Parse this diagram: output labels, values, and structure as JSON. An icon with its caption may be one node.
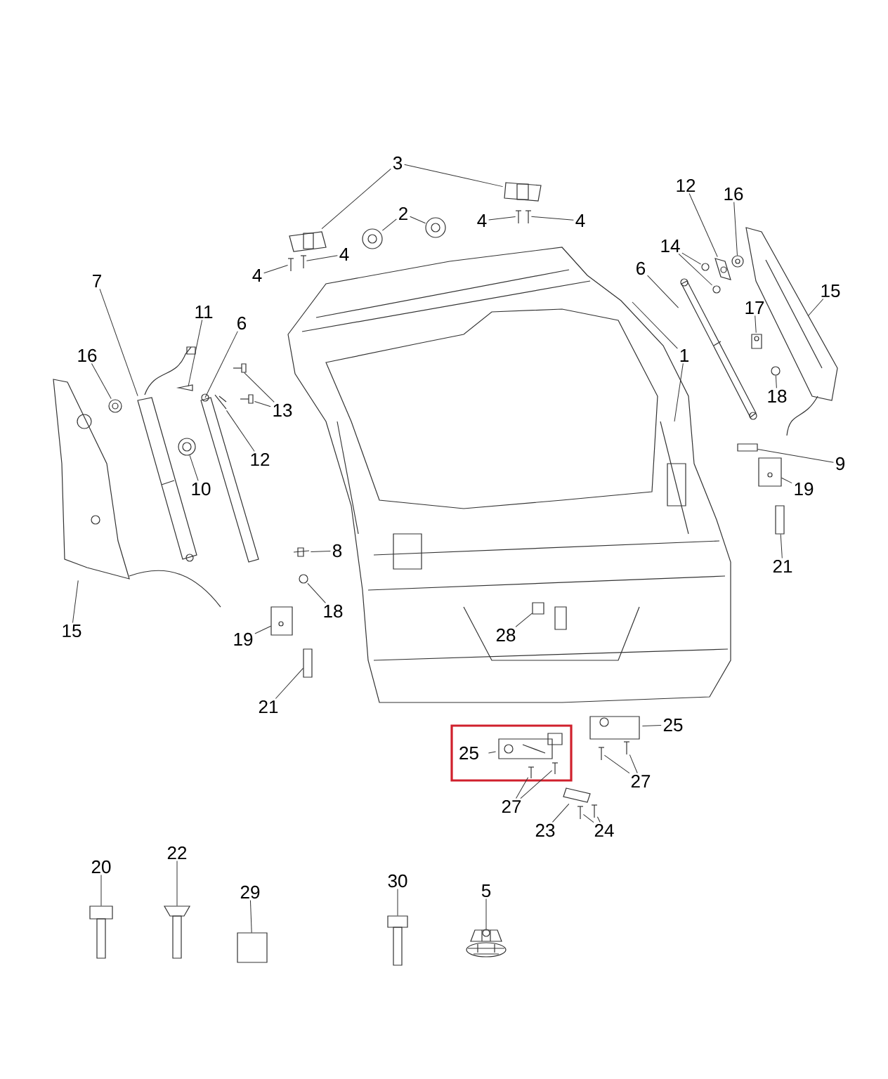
{
  "diagram": {
    "nodes": [
      {
        "text": [
          "3"
        ]
      },
      {
        "text": [
          "2"
        ]
      },
      {
        "text": [
          "4"
        ]
      },
      {
        "text": [
          "4"
        ]
      },
      {
        "text": [
          "4"
        ]
      },
      {
        "text": [
          "4"
        ]
      },
      {
        "text": [
          "12"
        ]
      },
      {
        "text": [
          "16"
        ]
      },
      {
        "text": [
          "14"
        ]
      },
      {
        "text": [
          "6"
        ]
      },
      {
        "text": [
          "1"
        ]
      },
      {
        "text": [
          "15"
        ]
      },
      {
        "text": [
          "17"
        ]
      },
      {
        "text": [
          "18"
        ]
      },
      {
        "text": [
          "9"
        ]
      },
      {
        "text": [
          "19"
        ]
      },
      {
        "text": [
          "21"
        ]
      },
      {
        "text": [
          "7"
        ]
      },
      {
        "text": [
          "11"
        ]
      },
      {
        "text": [
          "6"
        ]
      },
      {
        "text": [
          "16"
        ]
      },
      {
        "text": [
          "13"
        ]
      },
      {
        "text": [
          "12"
        ]
      },
      {
        "text": [
          "10"
        ]
      },
      {
        "text": [
          "8"
        ]
      },
      {
        "text": [
          "18"
        ]
      },
      {
        "text": [
          "15"
        ]
      },
      {
        "text": [
          "19"
        ]
      },
      {
        "text": [
          "21"
        ]
      },
      {
        "text": [
          "28"
        ],
        "in": 54
      },
      {
        "text": [
          "25"
        ]
      },
      {
        "text": [
          "25"
        ]
      },
      {
        "text": [
          "27"
        ]
      },
      {
        "text": [
          "27"
        ]
      },
      {
        "text": [
          "23"
        ]
      },
      {
        "text": [
          "24"
        ]
      },
      {
        "text": [
          "20"
        ]
      },
      {
        "text": [
          "22"
        ]
      },
      {
        "text": [
          "29"
        ]
      },
      {
        "text": [
          "30"
        ]
      },
      {
        "text": [
          "5"
        ]
      },
      {
        "text": [],
        "shape": "picture"
      },
      {
        "text": [],
        "shape": "picture"
      },
      {
        "text": [],
        "shape": "picture"
      },
      {
        "text": [],
        "shape": "picture"
      },
      {
        "text": [],
        "shape": "picture"
      },
      {
        "text": [],
        "shape": "picture"
      },
      {
        "text": [],
        "shape": "picture"
      },
      {
        "text": [],
        "shape": "picture"
      },
      {
        "text": [],
        "shape": "picture"
      },
      {
        "text": [],
        "shape": "picture"
      },
      {
        "text": [],
        "shape": "picture"
      },
      {
        "text": [],
        "shape": "picture"
      },
      {
        "text": [],
        "shape": "picture"
      },
      {
        "text": [],
        "shape": "picture"
      },
      {
        "text": [],
        "shape": "picture"
      },
      {
        "text": [],
        "shape": "picture"
      },
      {
        "text": [],
        "shape": "picture"
      },
      {
        "text": [],
        "shape": "box"
      },
      {
        "text": [],
        "shape": "picture"
      },
      {
        "text": [],
        "shape": "box"
      },
      {
        "text": [],
        "shape": "picture"
      },
      {
        "text": [],
        "shape": "picture"
      },
      {
        "text": [],
        "shape": "picture"
      },
      {
        "text": [],
        "shape": "picture"
      },
      {
        "text": [],
        "shape": "picture"
      },
      {
        "text": [],
        "shape": "picture"
      },
      {
        "text": [],
        "shape": "picture"
      },
      {
        "text": [],
        "shape": "picture"
      },
      {
        "text": [],
        "shape": "picture"
      },
      {
        "text": [],
        "shape": "picture"
      },
      {
        "text": [],
        "shape": "picture"
      },
      {
        "text": [],
        "shape": "picture"
      },
      {
        "text": [],
        "shape": "box"
      },
      {
        "text": [],
        "shape": "box",
        "in": 54
      },
      {
        "text": [],
        "shape": "picture",
        "in": 30
      },
      {
        "text": [],
        "shape": "picture"
      },
      {
        "text": [],
        "shape": "picture",
        "in": 30
      },
      {
        "text": [],
        "shape": "picture",
        "in": 30
      },
      {
        "text": [],
        "shape": "picture"
      },
      {
        "text": [],
        "shape": "picture"
      },
      {
        "text": [],
        "shape": "picture"
      },
      {
        "text": [],
        "shape": "picture"
      },
      {
        "text": [],
        "shape": "picture"
      },
      {
        "text": [],
        "shape": "picture"
      },
      {
        "text": [],
        "shape": "picture"
      },
      {
        "text": [],
        "shape": "box"
      },
      {
        "text": [],
        "shape": "picture"
      },
      {
        "text": [],
        "shape": "picture"
      }
    ],
    "edges": [
      {
        "from": 0,
        "to": 41,
        "arrow": "none"
      },
      {
        "from": 0,
        "to": 42,
        "arrow": "none"
      },
      {
        "from": 1,
        "to": 43,
        "arrow": "none"
      },
      {
        "from": 1,
        "to": 44,
        "arrow": "none"
      },
      {
        "from": 2,
        "to": 45,
        "arrow": "none"
      },
      {
        "from": 3,
        "to": 46,
        "arrow": "none"
      },
      {
        "from": 4,
        "to": 47,
        "arrow": "none"
      },
      {
        "from": 5,
        "to": 48,
        "arrow": "none"
      },
      {
        "from": 6,
        "to": 49,
        "arrow": "none"
      },
      {
        "from": 7,
        "to": 50,
        "arrow": "none"
      },
      {
        "from": 8,
        "to": 51,
        "arrow": "none"
      },
      {
        "from": 8,
        "to": 52,
        "arrow": "none"
      },
      {
        "from": 9,
        "to": 53,
        "arrow": "none"
      },
      {
        "from": 10,
        "to": 54,
        "arrow": "none"
      },
      {
        "from": 10,
        "to": 54,
        "arrow": "none"
      },
      {
        "from": 11,
        "to": 55,
        "arrow": "none"
      },
      {
        "from": 12,
        "to": 56,
        "arrow": "none"
      },
      {
        "from": 13,
        "to": 57,
        "arrow": "none"
      },
      {
        "from": 14,
        "to": 58,
        "arrow": "none"
      },
      {
        "from": 15,
        "to": 59,
        "arrow": "none"
      },
      {
        "from": 16,
        "to": 60,
        "arrow": "none"
      },
      {
        "from": 17,
        "to": 61,
        "arrow": "none"
      },
      {
        "from": 18,
        "to": 62,
        "arrow": "none"
      },
      {
        "from": 19,
        "to": 63,
        "arrow": "none"
      },
      {
        "from": 20,
        "to": 64,
        "arrow": "none"
      },
      {
        "from": 21,
        "to": 65,
        "arrow": "none"
      },
      {
        "from": 21,
        "to": 66,
        "arrow": "none"
      },
      {
        "from": 22,
        "to": 67,
        "arrow": "none"
      },
      {
        "from": 23,
        "to": 68,
        "arrow": "none"
      },
      {
        "from": 24,
        "to": 69,
        "arrow": "none"
      },
      {
        "from": 25,
        "to": 70,
        "arrow": "none"
      },
      {
        "from": 26,
        "to": 71,
        "arrow": "none"
      },
      {
        "from": 27,
        "to": 72,
        "arrow": "none"
      },
      {
        "from": 28,
        "to": 73,
        "arrow": "none"
      },
      {
        "from": 29,
        "to": 74,
        "arrow": "none"
      },
      {
        "from": 30,
        "to": 75,
        "arrow": "none"
      },
      {
        "from": 31,
        "to": 76,
        "arrow": "none"
      },
      {
        "from": 32,
        "to": 77,
        "arrow": "none"
      },
      {
        "from": 32,
        "to": 78,
        "arrow": "none"
      },
      {
        "from": 33,
        "to": 79,
        "arrow": "none"
      },
      {
        "from": 33,
        "to": 80,
        "arrow": "none"
      },
      {
        "from": 34,
        "to": 81,
        "arrow": "none"
      },
      {
        "from": 35,
        "to": 82,
        "arrow": "none"
      },
      {
        "from": 35,
        "to": 83,
        "arrow": "none"
      },
      {
        "from": 36,
        "to": 84,
        "arrow": "none"
      },
      {
        "from": 37,
        "to": 85,
        "arrow": "none"
      },
      {
        "from": 38,
        "to": 86,
        "arrow": "none"
      },
      {
        "from": 39,
        "to": 87,
        "arrow": "none"
      },
      {
        "from": 40,
        "to": 88,
        "arrow": "none"
      }
    ]
  }
}
